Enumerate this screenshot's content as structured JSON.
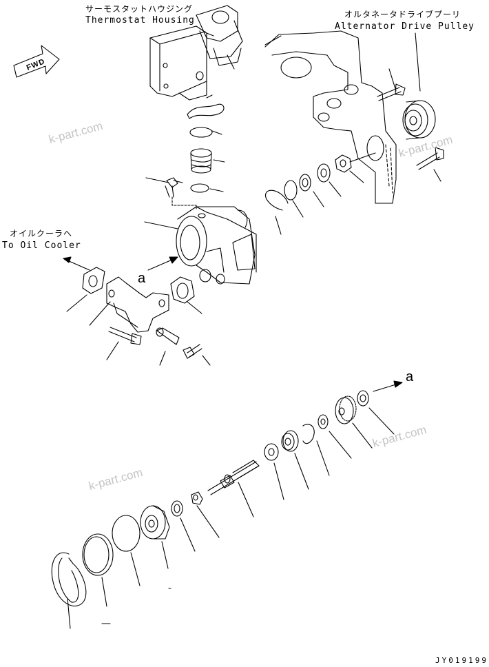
{
  "labels": {
    "thermostat_jp": "サーモスタットハウジング",
    "thermostat_en": "Thermostat Housing",
    "alternator_jp": "オルタネータドライブプーリ",
    "alternator_en": "Alternator Drive Pulley",
    "oilcooler_jp": "オイルクーラへ",
    "oilcooler_en": "To Oil Cooler",
    "fwd": "FWD",
    "ref_a_upper": "a",
    "ref_a_lower": "a",
    "drawing_code": "JY019199"
  },
  "watermarks": [
    "k-part.com",
    "k-part.com",
    "k-part.com",
    "k-part.com"
  ]
}
